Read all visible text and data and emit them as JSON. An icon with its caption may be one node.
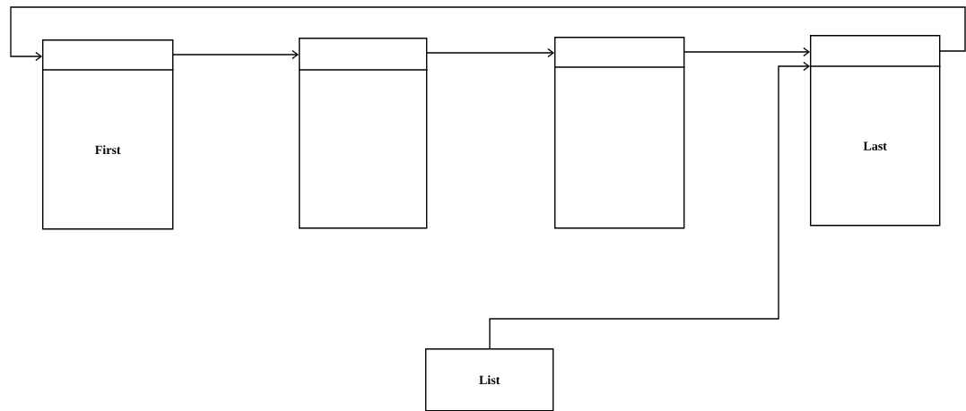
{
  "diagram": {
    "nodes": [
      {
        "text": [
          "First"
        ]
      },
      {
        "text": [],
        "shape": "box"
      },
      {
        "text": [],
        "shape": "box"
      },
      {
        "text": [
          "Last"
        ]
      },
      {
        "text": [
          "List"
        ]
      }
    ],
    "edges": [
      {
        "from": 0,
        "to": 1,
        "arrow": "to"
      },
      {
        "from": 1,
        "to": 2,
        "arrow": "to"
      },
      {
        "from": 2,
        "to": 3,
        "arrow": "to"
      },
      {
        "from": 3,
        "to": 0,
        "arrow": "to"
      },
      {
        "from": 4,
        "to": 3,
        "arrow": "to"
      }
    ]
  }
}
